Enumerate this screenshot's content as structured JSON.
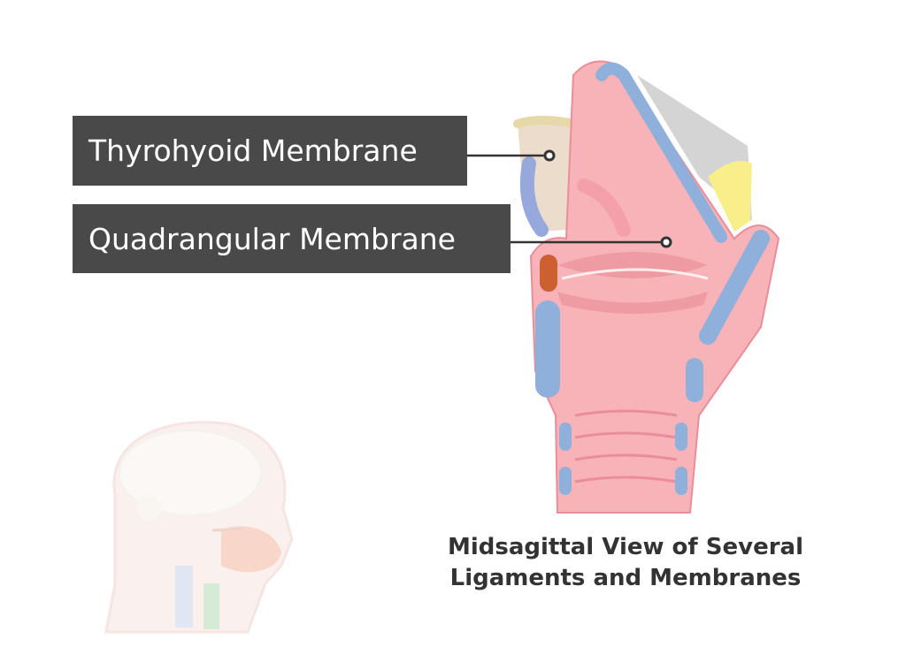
{
  "labels": [
    {
      "text": "Thyrohyoid Membrane"
    },
    {
      "text": "Quadrangular Membrane"
    }
  ],
  "caption": {
    "line1": "Midsagittal View of Several",
    "line2": "Ligaments and Membranes"
  },
  "colors": {
    "label_bg": "#494949",
    "mucosa": "#f7b3b8",
    "cartilage": "#8fb0da",
    "membrane": "#ecdccb",
    "epiglottis_gray": "#d3d3d3",
    "arytenoid_yellow": "#f8ef8a"
  }
}
